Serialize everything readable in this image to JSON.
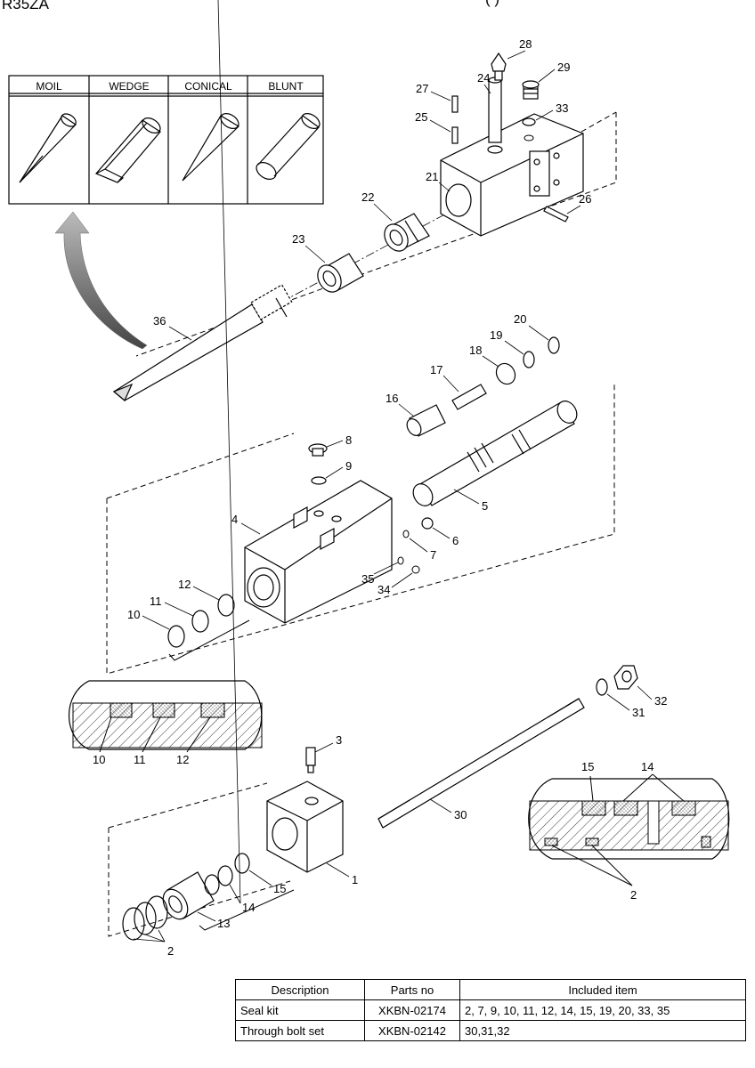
{
  "model_label": "R35ZA",
  "header_partial": "(   )",
  "tool_types": [
    "MOIL",
    "WEDGE",
    "CONICAL",
    "BLUNT"
  ],
  "callouts": {
    "p1": "1",
    "p2a": "2",
    "p2b": "2",
    "p3": "3",
    "p4": "4",
    "p5": "5",
    "p6": "6",
    "p7": "7",
    "p8": "8",
    "p9": "9",
    "p10": "10",
    "p10b": "10",
    "p11": "11",
    "p11b": "11",
    "p12": "12",
    "p12b": "12",
    "p13": "13",
    "p14": "14",
    "p14b": "14",
    "p15": "15",
    "p15b": "15",
    "p16": "16",
    "p17": "17",
    "p18": "18",
    "p19": "19",
    "p20": "20",
    "p21": "21",
    "p22": "22",
    "p23": "23",
    "p24": "24",
    "p25": "25",
    "p26": "26",
    "p27": "27",
    "p28": "28",
    "p29": "29",
    "p30": "30",
    "p31": "31",
    "p32": "32",
    "p33": "33",
    "p34": "34",
    "p35": "35",
    "p36": "36"
  },
  "table": {
    "headers": [
      "Description",
      "Parts no",
      "Included item"
    ],
    "rows": [
      {
        "description": "Seal kit",
        "parts_no": "XKBN-02174",
        "included": "2, 7, 9, 10, 11, 12, 14, 15, 19, 20, 33, 35"
      },
      {
        "description": "Through bolt set",
        "parts_no": "XKBN-02142",
        "included": "30,31,32"
      }
    ]
  }
}
